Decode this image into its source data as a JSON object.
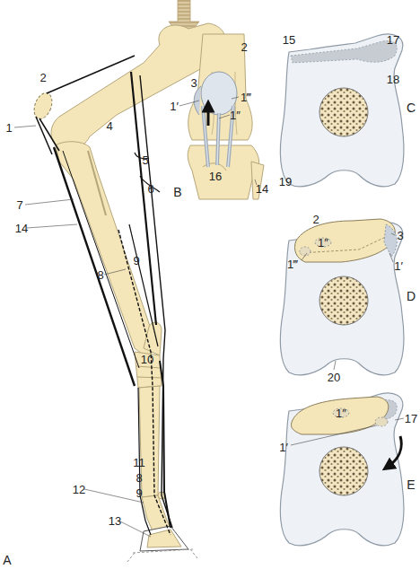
{
  "diagram": {
    "labels": [
      "2",
      "1",
      "4",
      "5",
      "6",
      "7",
      "14",
      "9",
      "8",
      "10",
      "11",
      "8",
      "9",
      "12",
      "13",
      "A",
      "2",
      "3",
      "1‴",
      "1′",
      "1″",
      "14",
      "16",
      "B",
      "15",
      "17",
      "18",
      "19",
      "C",
      "2",
      "1″",
      "3",
      "1‴",
      "1′",
      "20",
      "D",
      "1″",
      "17",
      "1′",
      "E"
    ]
  }
}
